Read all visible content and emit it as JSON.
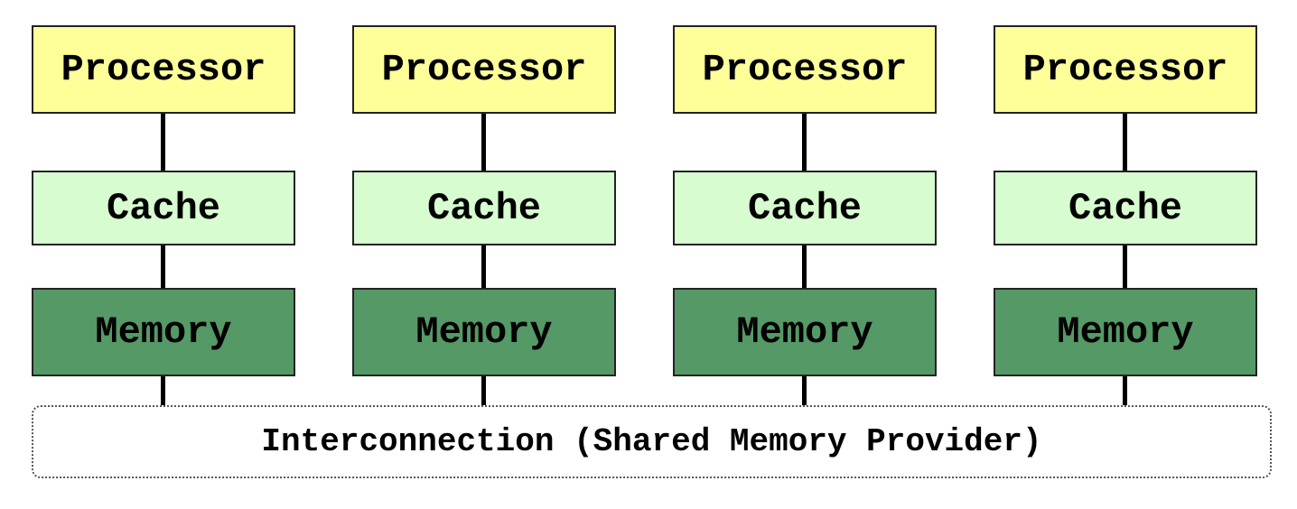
{
  "colors": {
    "processor_fill": "#ffff99",
    "cache_fill": "#d6fccf",
    "memory_fill": "#559966",
    "border": "#222222",
    "link": "#000000"
  },
  "nodes": [
    {
      "processor": "Processor",
      "cache": "Cache",
      "memory": "Memory"
    },
    {
      "processor": "Processor",
      "cache": "Cache",
      "memory": "Memory"
    },
    {
      "processor": "Processor",
      "cache": "Cache",
      "memory": "Memory"
    },
    {
      "processor": "Processor",
      "cache": "Cache",
      "memory": "Memory"
    }
  ],
  "interconnect": {
    "label": "Interconnection (Shared Memory Provider)"
  }
}
